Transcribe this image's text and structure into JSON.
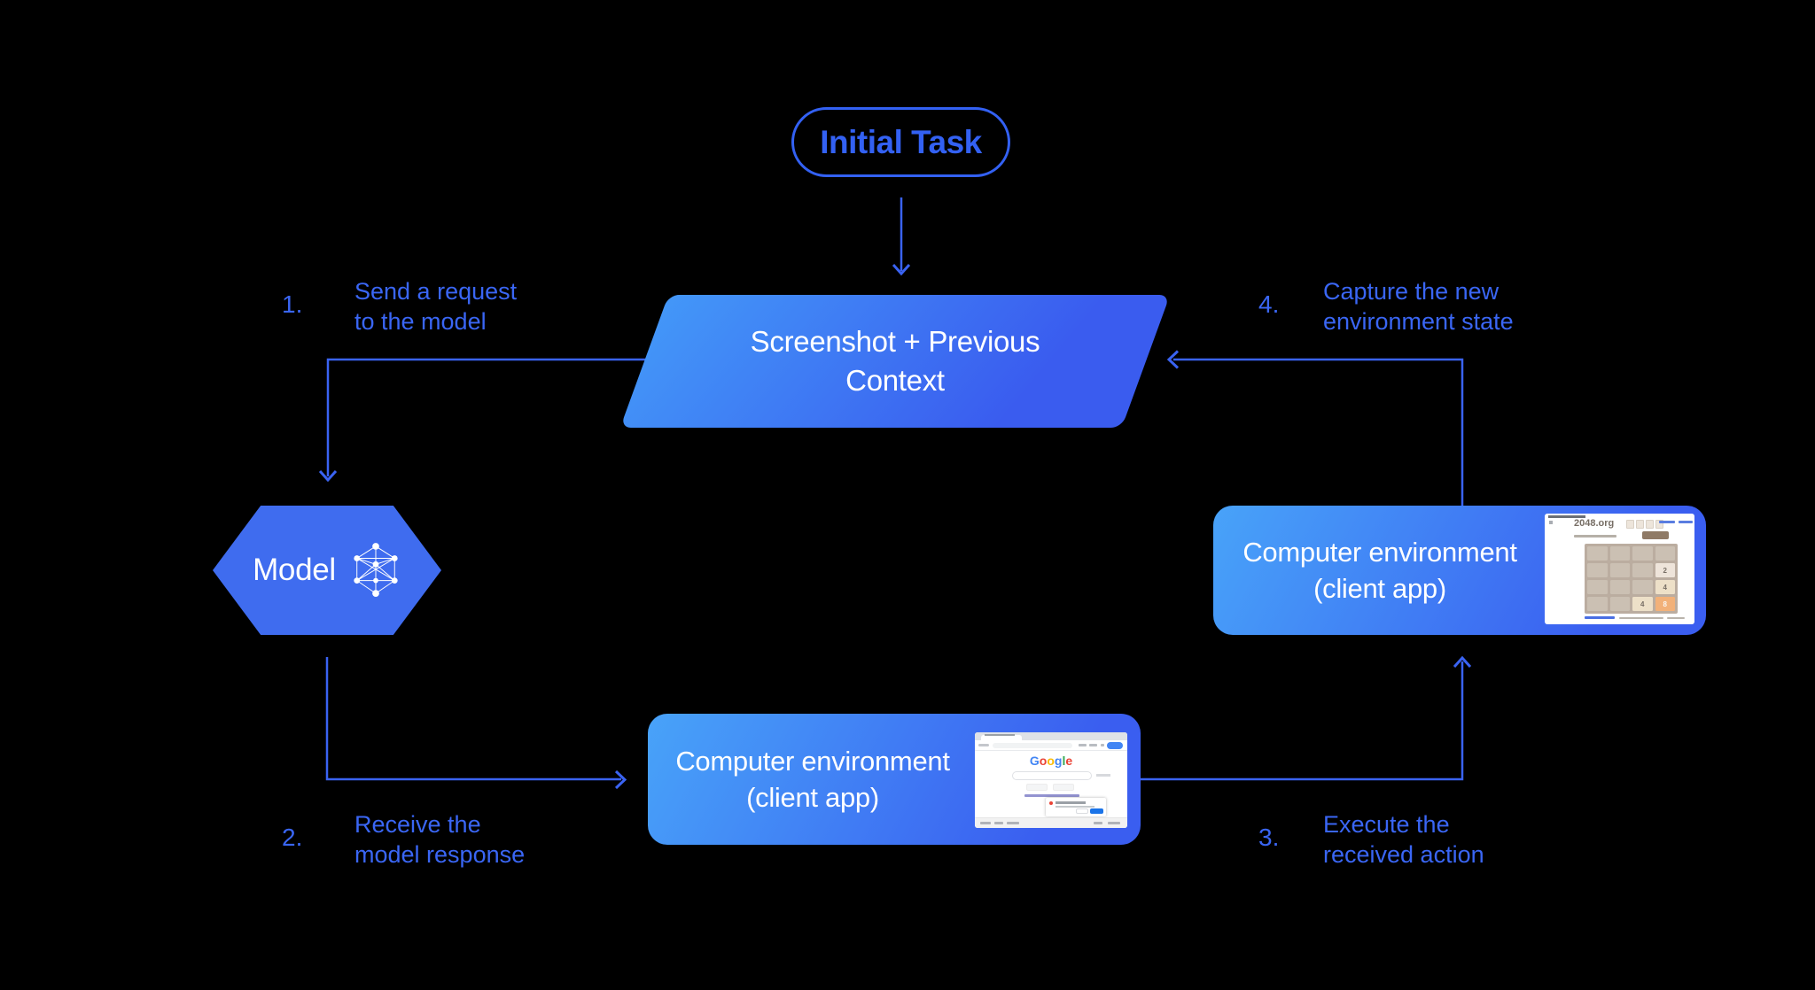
{
  "pill": {
    "label": "Initial Task"
  },
  "parallelogram": {
    "line1": "Screenshot + Previous",
    "line2": "Context"
  },
  "model": {
    "label": "Model",
    "icon": "neural-network-icon"
  },
  "env_bottom": {
    "line1": "Computer environment",
    "line2": "(client app)"
  },
  "env_right": {
    "line1": "Computer environment",
    "line2": "(client app)"
  },
  "steps": [
    {
      "num": "1.",
      "line1": "Send a request",
      "line2": "to the model"
    },
    {
      "num": "2.",
      "line1": "Receive the",
      "line2": "model response"
    },
    {
      "num": "3.",
      "line1": "Execute the",
      "line2": "received action"
    },
    {
      "num": "4.",
      "line1": "Capture the new",
      "line2": "environment state"
    }
  ],
  "google_thumb": {
    "logo_letters": [
      "G",
      "o",
      "o",
      "g",
      "l",
      "e"
    ],
    "logo_colors": [
      "#4285F4",
      "#EA4335",
      "#FBBC05",
      "#4285F4",
      "#34A853",
      "#EA4335"
    ]
  },
  "game_thumb": {
    "site": "2048.org",
    "tiles": [
      {
        "value": "2",
        "color": "#EEE4DA"
      },
      {
        "value": "4",
        "color": "#EDE0C8"
      },
      {
        "value": "4",
        "color": "#EDE0C8"
      },
      {
        "value": "8",
        "color": "#F2B179"
      }
    ]
  },
  "colors": {
    "accent_blue": "#3A63F2",
    "node_gradient_start": "#48A3F9",
    "node_gradient_end": "#3A5EF0",
    "hexagon_fill": "#3F6CEF",
    "background": "#000000"
  }
}
